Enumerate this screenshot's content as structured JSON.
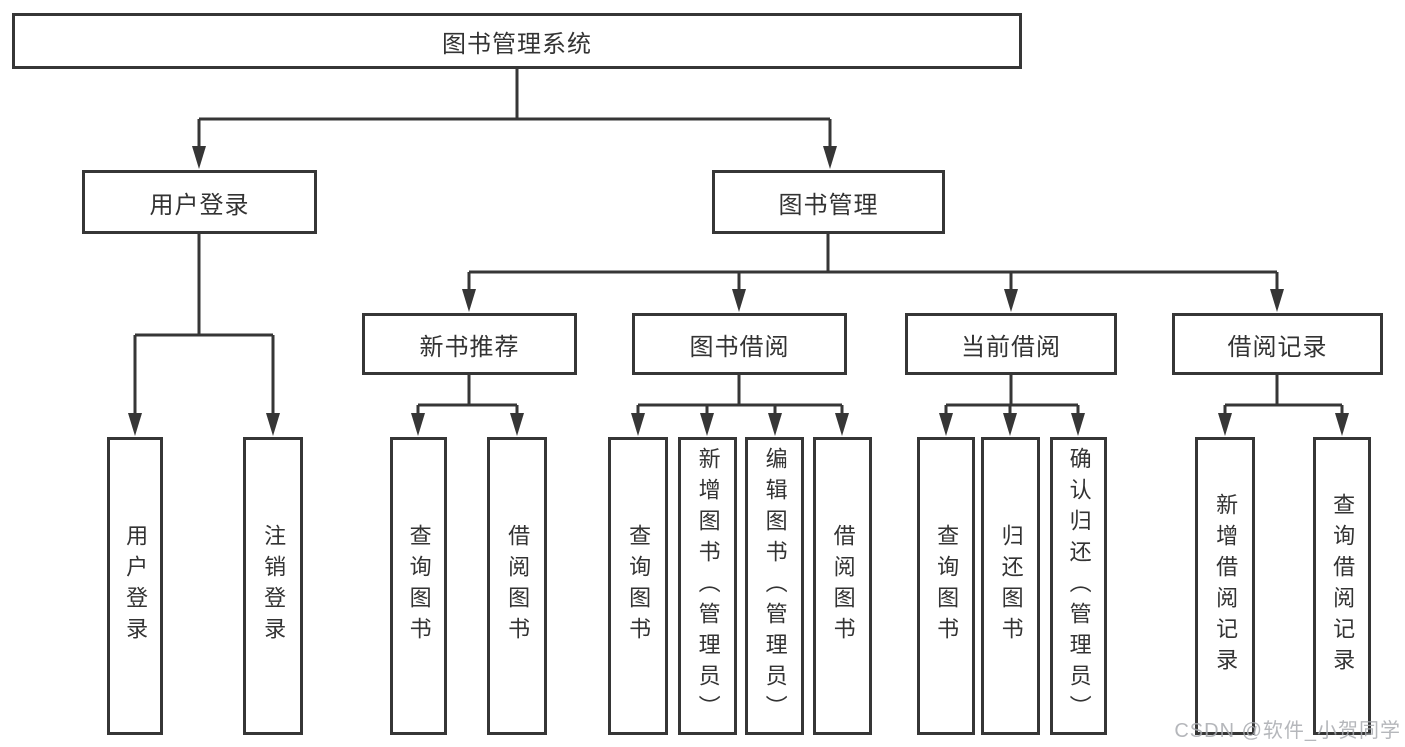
{
  "tree": {
    "label": "图书管理系统",
    "children": [
      {
        "label": "用户登录",
        "children": [
          {
            "label": "用户登录"
          },
          {
            "label": "注销登录"
          }
        ]
      },
      {
        "label": "图书管理",
        "children": [
          {
            "label": "新书推荐",
            "children": [
              {
                "label": "查询图书"
              },
              {
                "label": "借阅图书"
              }
            ]
          },
          {
            "label": "图书借阅",
            "children": [
              {
                "label": "查询图书"
              },
              {
                "label": "新增图书（管理员）"
              },
              {
                "label": "编辑图书（管理员）"
              },
              {
                "label": "借阅图书"
              }
            ]
          },
          {
            "label": "当前借阅",
            "children": [
              {
                "label": "查询图书"
              },
              {
                "label": "归还图书"
              },
              {
                "label": "确认归还（管理员）"
              }
            ]
          },
          {
            "label": "借阅记录",
            "children": [
              {
                "label": "新增借阅记录"
              },
              {
                "label": "查询借阅记录"
              }
            ]
          }
        ]
      }
    ]
  },
  "watermark": {
    "text": "CSDN @软件_小贺同学"
  },
  "colors": {
    "line": "#363636",
    "text": "#333333",
    "background": "#ffffff",
    "watermark": "#a9abb0"
  }
}
